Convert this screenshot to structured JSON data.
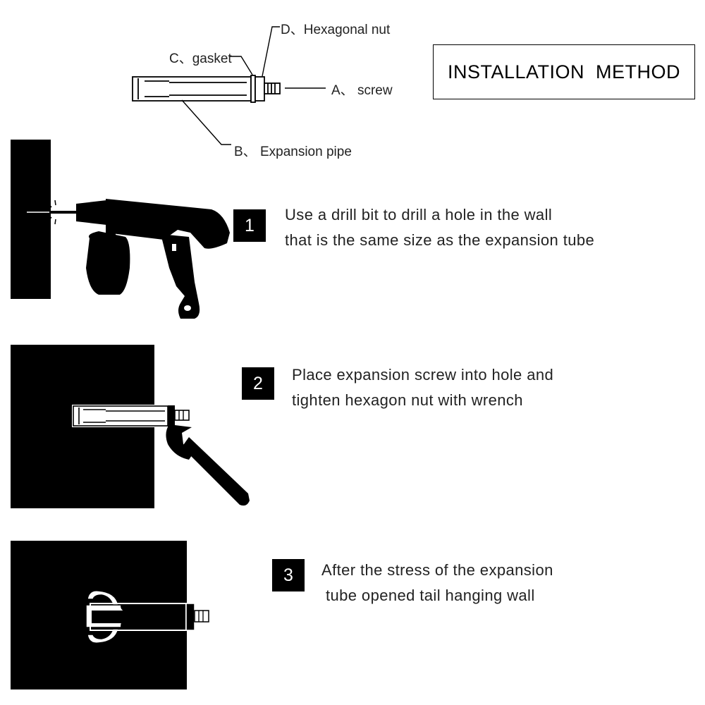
{
  "title": "INSTALLATION  METHOD",
  "parts": {
    "d": "D、Hexagonal nut",
    "c": "C、gasket",
    "a": "A、  screw",
    "b": "B、 Expansion pipe"
  },
  "steps": [
    {
      "number": "1",
      "lines": [
        "Use a drill bit to drill a hole in the wall",
        "that is the same size as the expansion tube"
      ]
    },
    {
      "number": "2",
      "lines": [
        "Place expansion screw into hole and",
        "tighten hexagon nut with wrench"
      ]
    },
    {
      "number": "3",
      "lines": [
        "After the stress of the expansion",
        "tube opened tail hanging wall"
      ]
    }
  ],
  "colors": {
    "ink": "#000000",
    "background": "#ffffff"
  }
}
